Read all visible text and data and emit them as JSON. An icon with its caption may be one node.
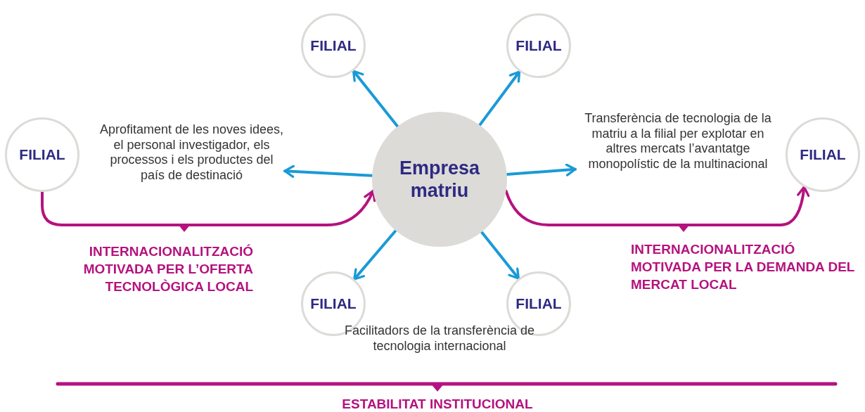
{
  "diagram": {
    "nodes": [
      {
        "text": [
          "Empresa matriu"
        ]
      },
      {
        "text": [
          "FILIAL"
        ]
      },
      {
        "text": [
          "FILIAL"
        ]
      },
      {
        "text": [
          "FILIAL"
        ]
      },
      {
        "text": [
          "Aprofitament de les noves idees, el personal investigador, els processos i els productes del país de destinació"
        ]
      },
      {
        "text": [
          "Transferència de tecnologia de la matriu a la filial per explotar en altres mercats l’avantatge monopolístic de la multinacional"
        ]
      },
      {
        "text": [
          "FILIAL"
        ]
      },
      {
        "text": [
          "FILIAL"
        ]
      },
      {
        "text": [
          "FILIAL"
        ]
      }
    ],
    "edges": [
      {
        "from": 0,
        "to": 1,
        "arrow": "to"
      },
      {
        "from": 0,
        "to": 2,
        "arrow": "to"
      },
      {
        "from": 0,
        "to": 4,
        "arrow": "to"
      },
      {
        "from": 0,
        "to": 5,
        "arrow": "to"
      },
      {
        "from": 0,
        "to": 7,
        "arrow": "to"
      },
      {
        "from": 0,
        "to": 8,
        "arrow": "to"
      },
      {
        "from": 3,
        "to": 0,
        "arrow": "to",
        "label": "INTERNACIONALITZACIÓ MOTIVADA PER L’OFERTA TECNOLÒGICA LOCAL",
        "color": "#b5127f"
      },
      {
        "from": 0,
        "to": 6,
        "arrow": "to",
        "label": "INTERNACIONALITZACIÓ MOTIVADA PER LA DEMANDA DEL MERCAT LOCAL",
        "color": "#b5127f"
      }
    ],
    "labels": [
      "Facilitadors de la transferència de tecnologia internacional",
      "ESTABILITAT INSTITUCIONAL"
    ]
  }
}
